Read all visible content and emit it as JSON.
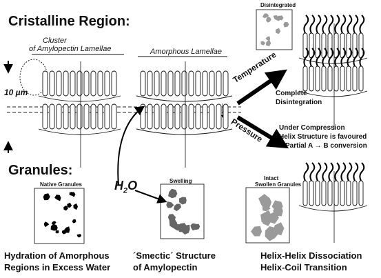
{
  "titles": {
    "cristalline_region": "Cristalline Region:",
    "granules": "Granules:"
  },
  "labels": {
    "cluster": "Cluster",
    "of_amylopectin_lamellae": "of Amylopectin Lamellae",
    "amorphous_lamellae": "Amorphous Lamellae",
    "ten_micrometer": "10 µm",
    "disintegrated": "Disintegrated",
    "temperature": "Temperature",
    "complete": "Complete",
    "disintegration": "Disintegration",
    "pressure": "Pressure",
    "under_compression": "Under Compression",
    "helix_structure_favoured": "Helix Structure is favoured",
    "partial_conversion": "Partial A → B conversion",
    "native_granules": "Native Granules",
    "h2o": "H",
    "h2o_sub": "2",
    "h2o_o": "O",
    "swelling": "Swelling",
    "intact": "Intact",
    "swollen_granules": "Swollen Granules"
  },
  "bottom_captions": {
    "hydration_line1": "Hydration of Amorphous",
    "hydration_line2": "Regions in Excess Water",
    "smectic_line1": "´Smectic´ Structure",
    "smectic_line2": "of Amylopectin",
    "helix_line1": "Helix-Helix Dissociation",
    "helix_line2": "Helix-Coil Transition"
  },
  "colors": {
    "ink": "#111111",
    "granule_native": "#000000",
    "granule_swelling": "#666666",
    "granule_swollen": "#9a9a9a",
    "lamella_fill": "#ffffff",
    "arrow": "#000000"
  }
}
